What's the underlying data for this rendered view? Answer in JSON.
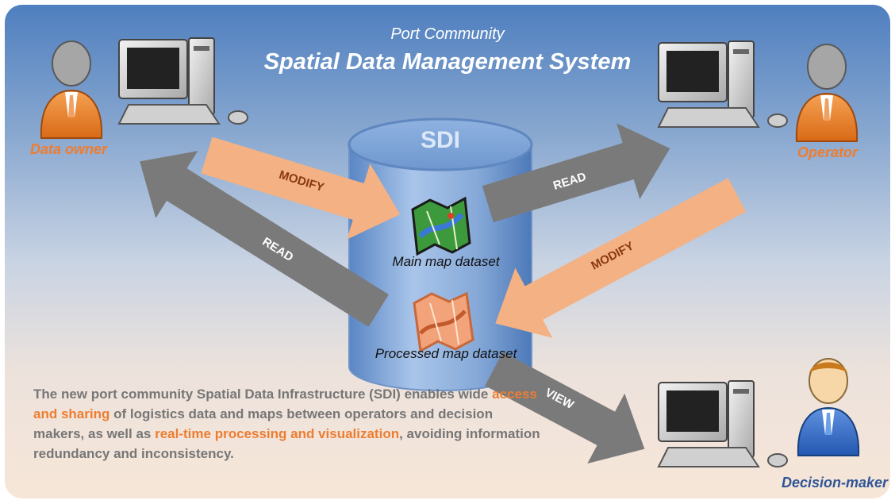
{
  "header": {
    "subtitle": "Port Community",
    "title": "Spatial Data Management System"
  },
  "database": {
    "label": "SDI"
  },
  "datasets": {
    "main": "Main map dataset",
    "processed": "Processed map dataset"
  },
  "actors": {
    "data_owner": "Data owner",
    "operator": "Operator",
    "decision_maker": "Decision-maker"
  },
  "arrows": {
    "owner_modify": "MODIFY",
    "owner_read": "READ",
    "operator_read": "READ",
    "operator_modify": "MODIFY",
    "decision_view": "VIEW"
  },
  "description": {
    "p1": "The new port community Spatial Data Infrastructure (SDI)  enables wide ",
    "h1": "access and sharing",
    "p2": " of logistics data and maps between operators and decision makers, as well as ",
    "h2": "real-time processing and visualization",
    "p3": ", avoiding information redundancy and inconsistency."
  },
  "colors": {
    "orange_accent": "#ed7d31",
    "blue_accent": "#2f5597",
    "read_arrow": "#7a7a7a",
    "modify_arrow": "#f4b183",
    "cylinder": "#7fa6d6"
  }
}
